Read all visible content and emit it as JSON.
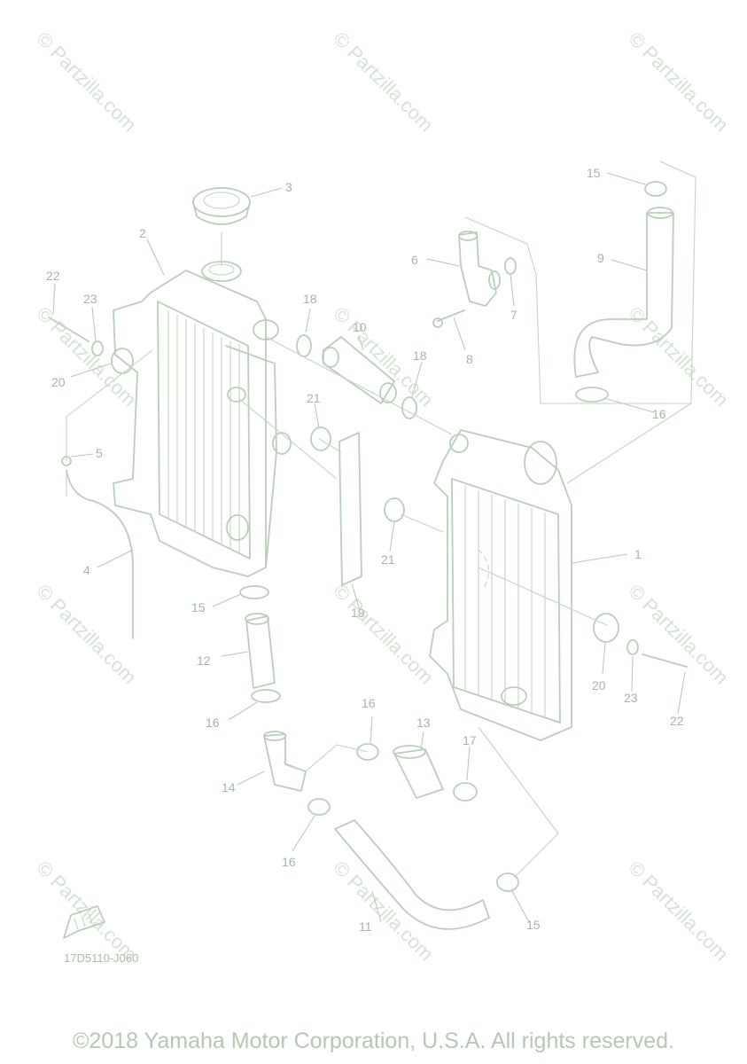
{
  "watermarks": [
    "© Partzilla.com",
    "© Partzilla.com",
    "© Partzilla.com",
    "© Partzilla.com",
    "© Partzilla.com",
    "© Partzilla.com",
    "© Partzilla.com",
    "© Partzilla.com",
    "© Partzilla.com",
    "© Partzilla.com",
    "© Partzilla.com",
    "© Partzilla.com"
  ],
  "callouts": {
    "c1": "1",
    "c2": "2",
    "c3": "3",
    "c4": "4",
    "c5": "5",
    "c6": "6",
    "c7": "7",
    "c8": "8",
    "c9": "9",
    "c10": "10",
    "c11": "11",
    "c12": "12",
    "c13": "13",
    "c14": "14",
    "c15a": "15",
    "c15b": "15",
    "c15c": "15",
    "c16a": "16",
    "c16b": "16",
    "c16c": "16",
    "c16d": "16",
    "c17": "17",
    "c18a": "18",
    "c18b": "18",
    "c19": "19",
    "c20a": "20",
    "c20b": "20",
    "c21a": "21",
    "c21b": "21",
    "c22a": "22",
    "c22b": "22",
    "c23a": "23",
    "c23b": "23"
  },
  "diagram_code": "17D5110-J060",
  "copyright": "©2018 Yamaha Motor Corporation, U.S.A. All rights reserved."
}
